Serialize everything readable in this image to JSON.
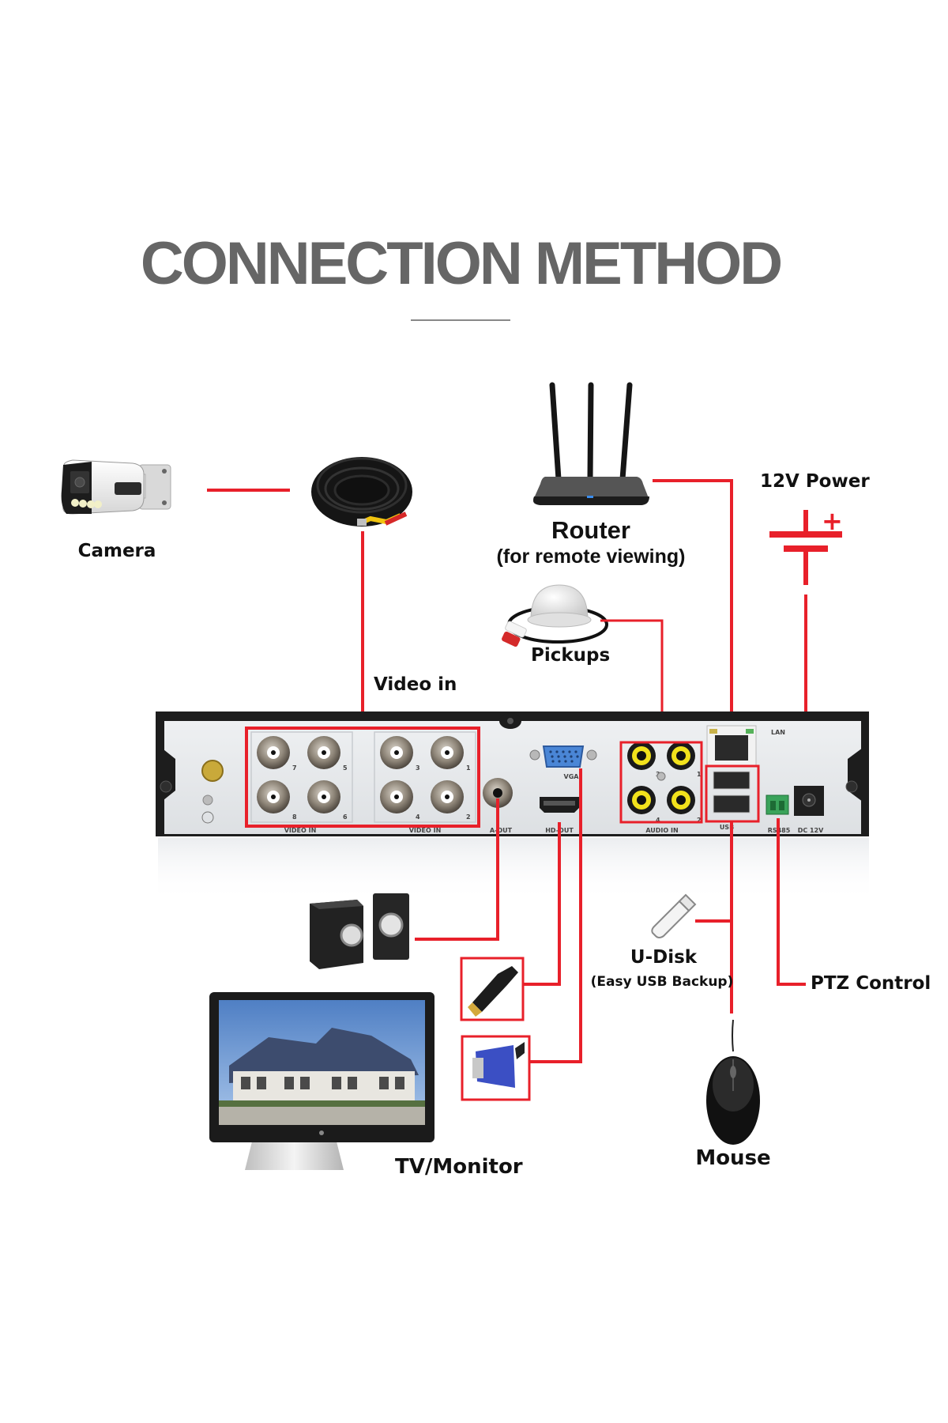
{
  "title": "CONNECTION METHOD",
  "accent_color": "#e8202a",
  "devices": {
    "camera": {
      "label": "Camera",
      "icon": "bullet-camera-icon"
    },
    "cable": {
      "icon": "bnc-cable-coil-icon"
    },
    "router": {
      "label": "Router",
      "sublabel": "(for remote viewing)",
      "icon": "wifi-router-icon"
    },
    "power": {
      "label": "12V Power",
      "icon": "dc-power-symbol-icon",
      "plus": "+"
    },
    "pickups": {
      "label": "Pickups",
      "icon": "microphone-pickup-icon"
    },
    "video_in": {
      "label": "Video in"
    },
    "speakers": {
      "icon": "speakers-icon"
    },
    "hdmi": {
      "icon": "hdmi-plug-icon"
    },
    "vga": {
      "icon": "vga-plug-icon"
    },
    "monitor": {
      "label": "TV/Monitor",
      "icon": "monitor-icon"
    },
    "udisk": {
      "label": "U-Disk",
      "sublabel": "(Easy USB Backup)",
      "icon": "usb-flash-drive-icon"
    },
    "mouse": {
      "label": "Mouse",
      "icon": "mouse-icon"
    },
    "ptz": {
      "label": "PTZ Control"
    }
  },
  "dvr_panel": {
    "port_labels": {
      "video_in_a": "VIDEO IN",
      "video_in_b": "VIDEO IN",
      "a_out": "A-OUT",
      "hd_out": "HD-OUT",
      "vga": "VGA",
      "audio_in": "AUDIO IN",
      "usb": "USB",
      "rs485": "RS485",
      "dc12v": "DC 12V",
      "lan": "LAN"
    },
    "bnc_numbers": [
      "7",
      "5",
      "3",
      "1",
      "8",
      "6",
      "4",
      "2"
    ],
    "audio_numbers": [
      "3",
      "1",
      "4",
      "2"
    ]
  }
}
